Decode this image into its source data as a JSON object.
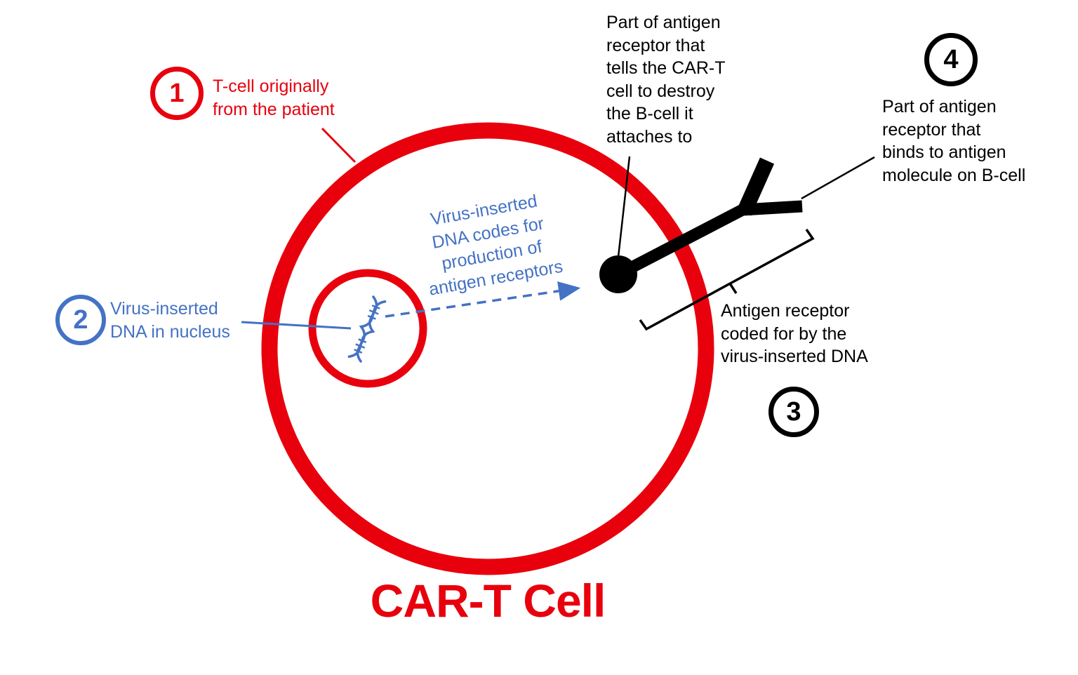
{
  "title": "CAR-T Cell",
  "colors": {
    "cell_red": "#e8000d",
    "virus_blue": "#4472c4",
    "receptor_black": "#000000"
  },
  "badges": {
    "one": "1",
    "two": "2",
    "three": "3",
    "four": "4"
  },
  "labels": {
    "tcell_origin": "T-cell originally\nfrom the patient",
    "virus_dna_nucleus": "Virus-inserted\nDNA in nucleus",
    "dna_codes": "Virus-inserted\nDNA codes for\nproduction of\nantigen receptors",
    "receptor_destroy": "Part of antigen\nreceptor that\ntells the CAR-T\ncell to destroy\nthe B-cell it\nattaches to",
    "receptor_binds": "Part of antigen\nreceptor that\nbinds to antigen\nmolecule on B-cell",
    "antigen_receptor_coded": "Antigen receptor\ncoded for by the\nvirus-inserted DNA"
  }
}
